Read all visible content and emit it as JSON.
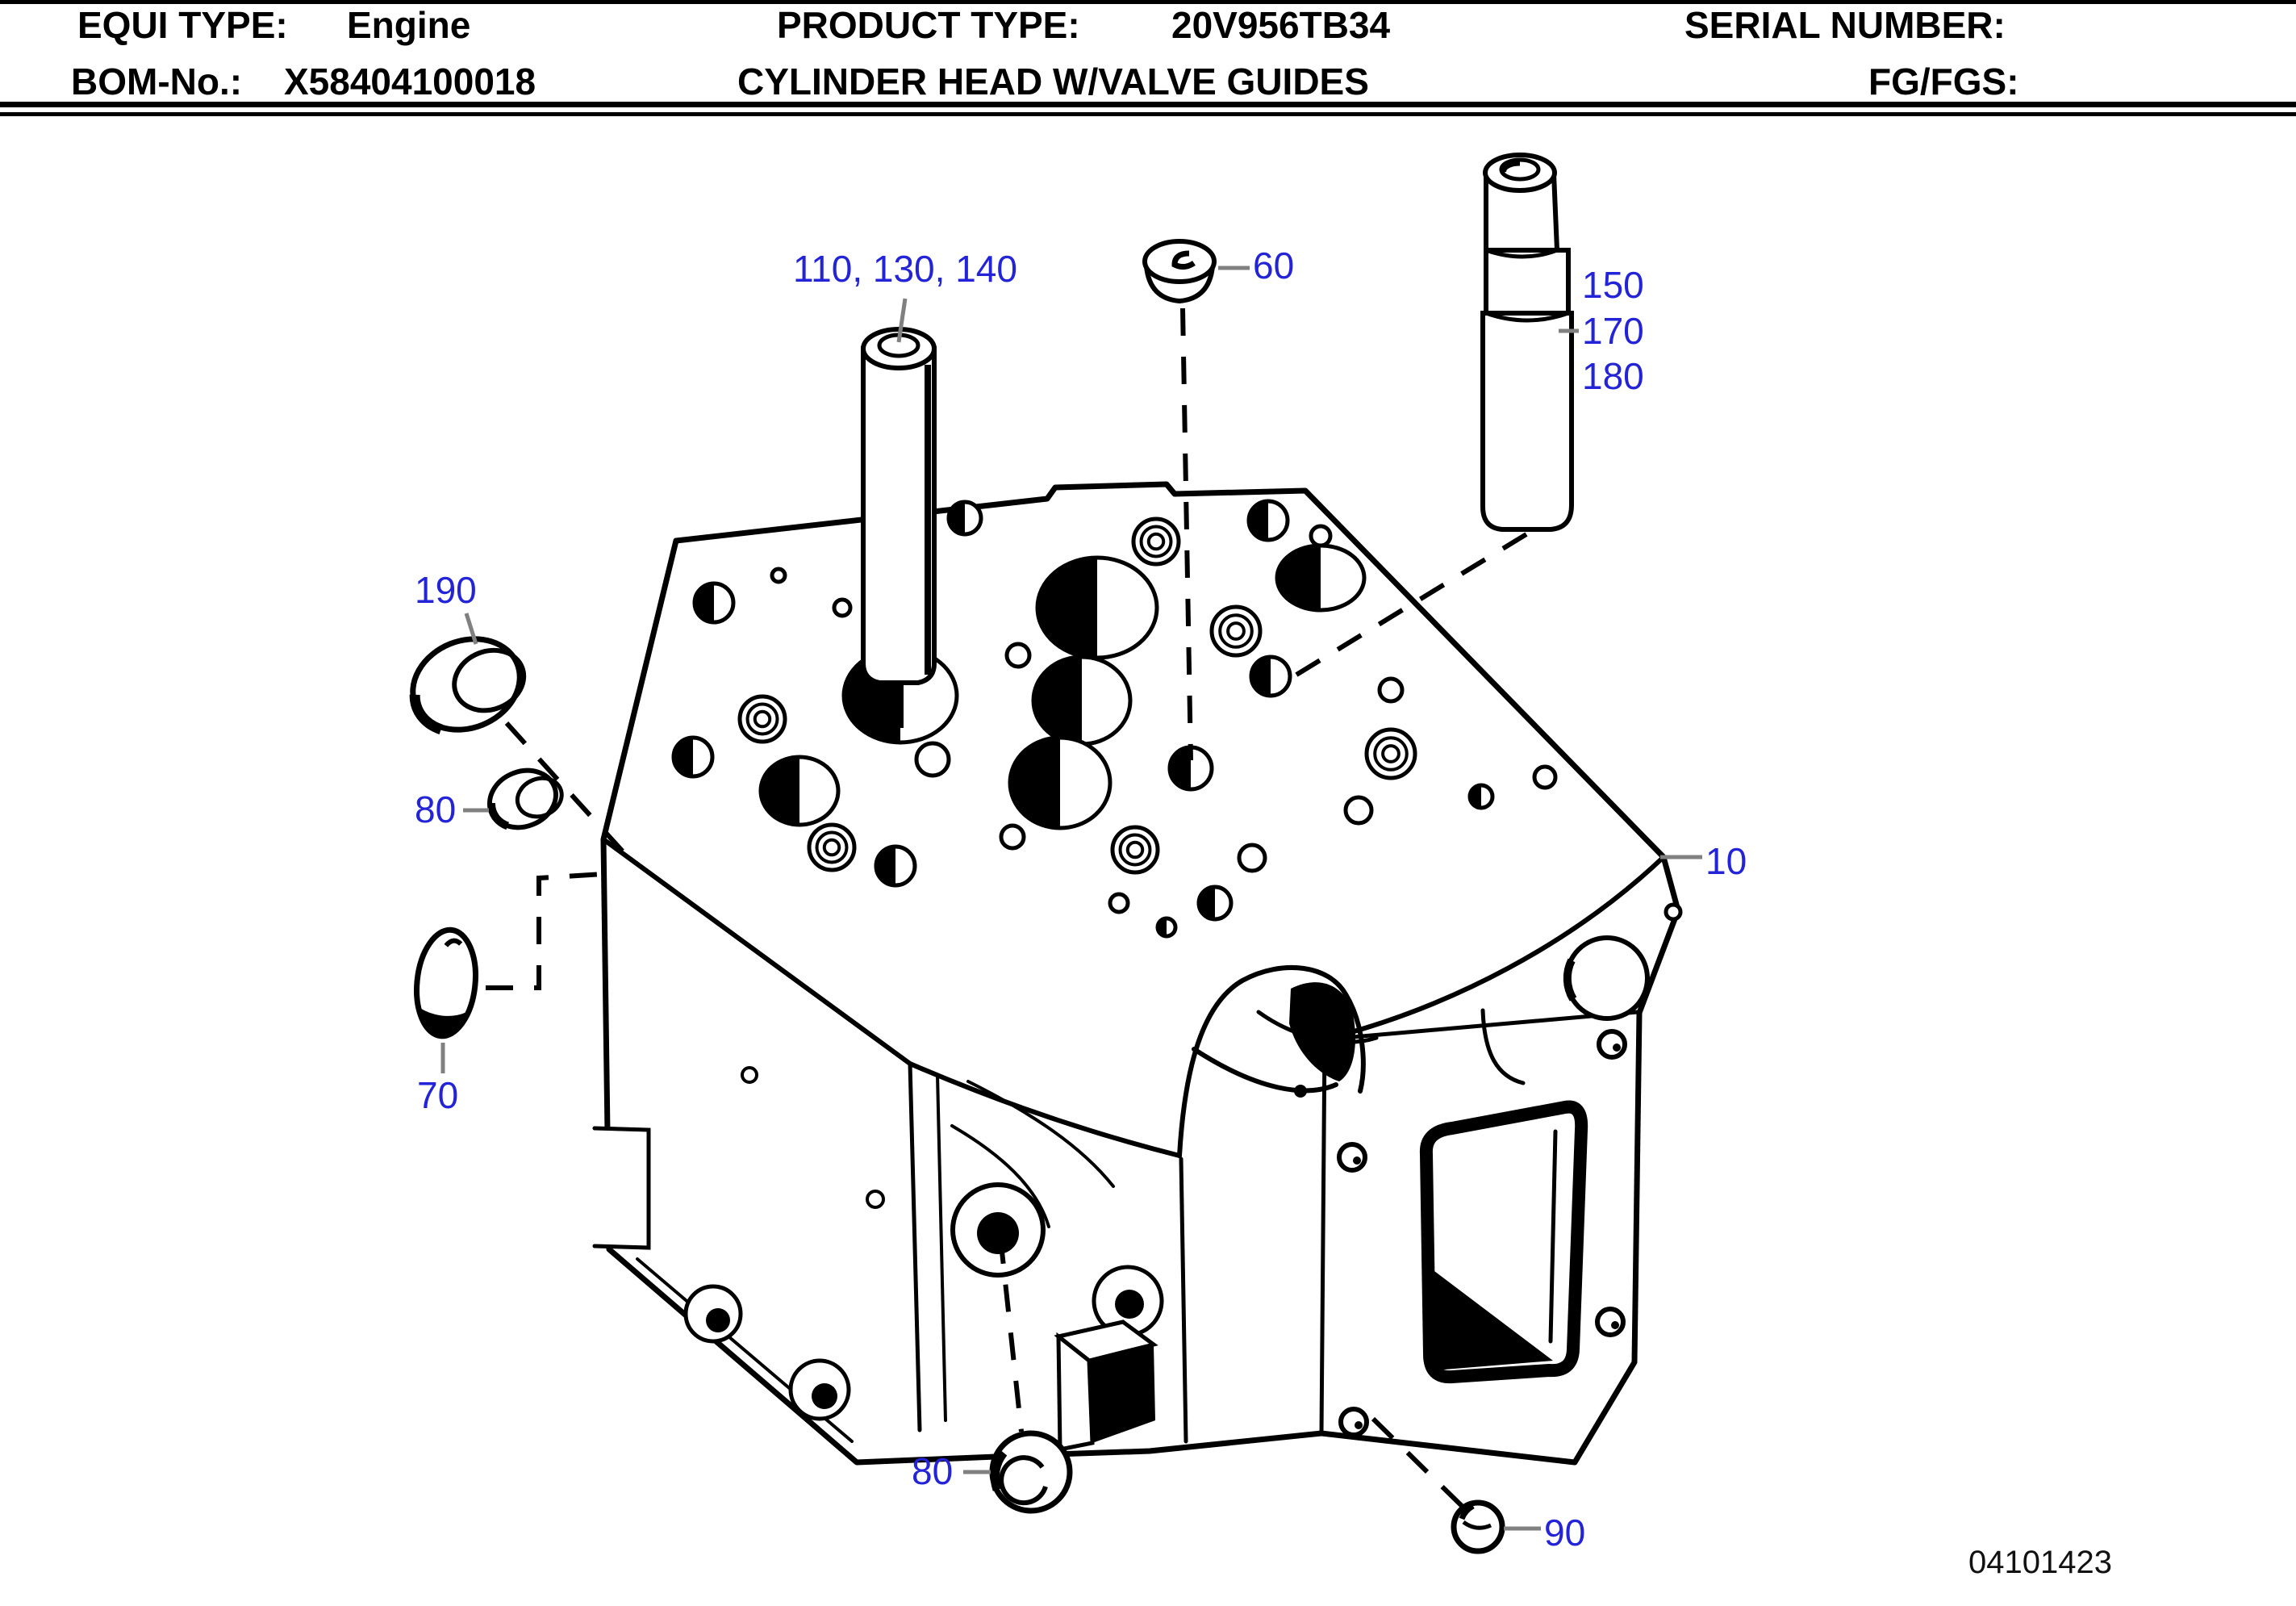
{
  "header": {
    "equi_label": "EQUI TYPE:",
    "equi_value": "Engine",
    "product_label": "PRODUCT TYPE:",
    "product_value": "20V956TB34",
    "serial_label": "SERIAL NUMBER:",
    "bom_label": "BOM-No.:",
    "bom_value": "X58404100018",
    "title": "CYLINDER HEAD W/VALVE GUIDES",
    "fg_label": "FG/FGS:"
  },
  "diagram": {
    "drawing_number": "04101423",
    "callouts": {
      "valve_guides_left": "110, 130, 140",
      "plug_60": "60",
      "stud_150": "150",
      "stud_170": "170",
      "stud_180": "180",
      "plug_190": "190",
      "plug_80_left": "80",
      "plug_70": "70",
      "head_10": "10",
      "plug_80_bottom": "80",
      "ball_90": "90"
    },
    "colors": {
      "callout_blue": "#2323d7",
      "drawing_black": "#000000",
      "leader_gray": "#808080"
    }
  }
}
